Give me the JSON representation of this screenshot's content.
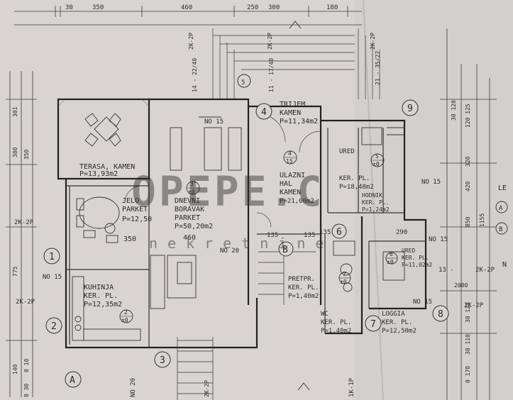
{
  "dims_top": [
    "30",
    "350",
    "460",
    "300",
    "180",
    "250"
  ],
  "dims_left": [
    "301",
    "350",
    "380",
    "775",
    "140",
    "0 10",
    "0 30"
  ],
  "dims_right": [
    "30 120",
    "120 125",
    "320",
    "420",
    "1155",
    "850",
    "2080",
    "30 125",
    "30 110",
    "0 170"
  ],
  "stair_labels": [
    "2K-2P",
    "14 - 22/40",
    "11 - 17/40",
    "2K-2P",
    "2K-2P",
    "21 - 35/27"
  ],
  "sections": {
    "lower_left": "NO 20",
    "lower_right": "1K-1P"
  },
  "level_right": "13 -",
  "legend": {
    "heading": "LE",
    "items": [
      "A",
      "B"
    ],
    "heading2": "N"
  },
  "axes": {
    "numbers": [
      "1",
      "2",
      "3",
      "4",
      "5",
      "6",
      "7",
      "8",
      "9"
    ],
    "letters": [
      "A",
      "B"
    ]
  },
  "rooms": [
    {
      "name": "TERASA, KAMEN",
      "area": "P=13,93m2"
    },
    {
      "name": "JELO",
      "sub": "PARKET",
      "area": "P=12,50"
    },
    {
      "name": "DNEVNI",
      "sub": "BORAVAK",
      "sub2": "PARKET",
      "area": "P=50,20m2"
    },
    {
      "name": "KUHINJA",
      "sub": "KER. PL.",
      "area": "P=12,35m2"
    },
    {
      "name": "TRIJEM",
      "sub": "KAMEN",
      "area": "P=11,34m2"
    },
    {
      "name": "ULAZNI",
      "sub": "HAL",
      "sub2": "KAMEN",
      "area": "P=21,60m2"
    },
    {
      "name": "URED",
      "sub": "KER. PL.",
      "area": "P=18,48m2"
    },
    {
      "name": "HODNIK",
      "sub": "KER. PL.",
      "area": "P=1,24m2"
    },
    {
      "name": "PRETPR.",
      "sub": "KER. PL.",
      "area": "P=1,40m2"
    },
    {
      "name": "WC",
      "sub": "KER. PL.",
      "area": "P=1,40m2"
    },
    {
      "name": "LOGGIA",
      "sub": "KER. PL.",
      "area": "P=12,50m2"
    },
    {
      "name": "URED",
      "sub": "KER. PL.",
      "area": "P=11,02m2"
    }
  ],
  "room_tags": [
    {
      "num": "3",
      "level": "±0"
    },
    {
      "num": "2",
      "level": "±0"
    },
    {
      "num": "4",
      "level": "15"
    },
    {
      "num": "5",
      "level": "±0"
    },
    {
      "num": "6",
      "level": "±0"
    },
    {
      "num": "7",
      "level": "±0"
    }
  ],
  "inner_dims": [
    "460",
    "350",
    "135",
    "135",
    "135",
    "290"
  ],
  "wall_labels": [
    "NO 15",
    "NO 15",
    "NO 15",
    "NO 20",
    "NO 15",
    "NO 15"
  ],
  "roof_labels": [
    "2K-2P",
    "2K-2P",
    "2K-2P",
    "2K-2P",
    "2K-2P"
  ],
  "watermark": {
    "main": "OPEPE.C",
    "sub": "nekretnine"
  }
}
